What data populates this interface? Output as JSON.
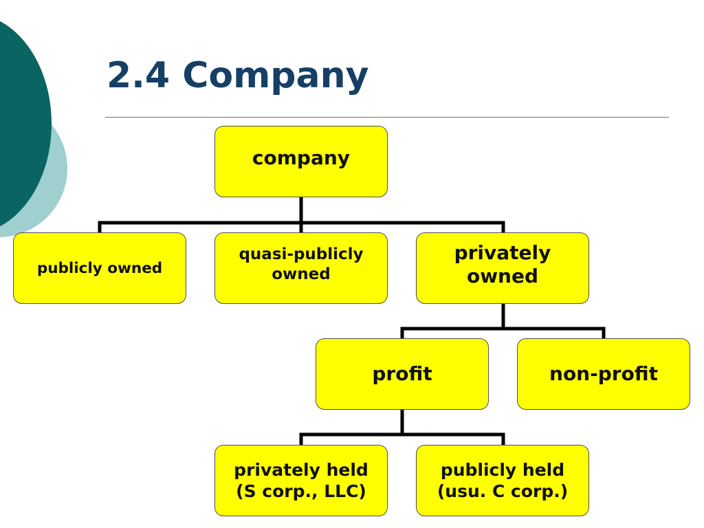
{
  "slide": {
    "title": "2.4 Company"
  },
  "theme": {
    "title_color": "#163f66",
    "accent_dark": "#0a6462",
    "accent_light": "#9fcfcf",
    "node_fill": "#ffff00",
    "connector_color": "#000000"
  },
  "org_chart": {
    "root": {
      "label": "company"
    },
    "ownership": [
      {
        "label": "publicly owned"
      },
      {
        "label": "quasi-publicly\nowned"
      },
      {
        "label": "privately\nowned"
      }
    ],
    "private_types": [
      {
        "label": "profit"
      },
      {
        "label": "non-profit"
      }
    ],
    "profit_types": [
      {
        "label": "privately held\n(S corp., LLC)"
      },
      {
        "label": "publicly held\n(usu. C corp.)"
      }
    ]
  }
}
